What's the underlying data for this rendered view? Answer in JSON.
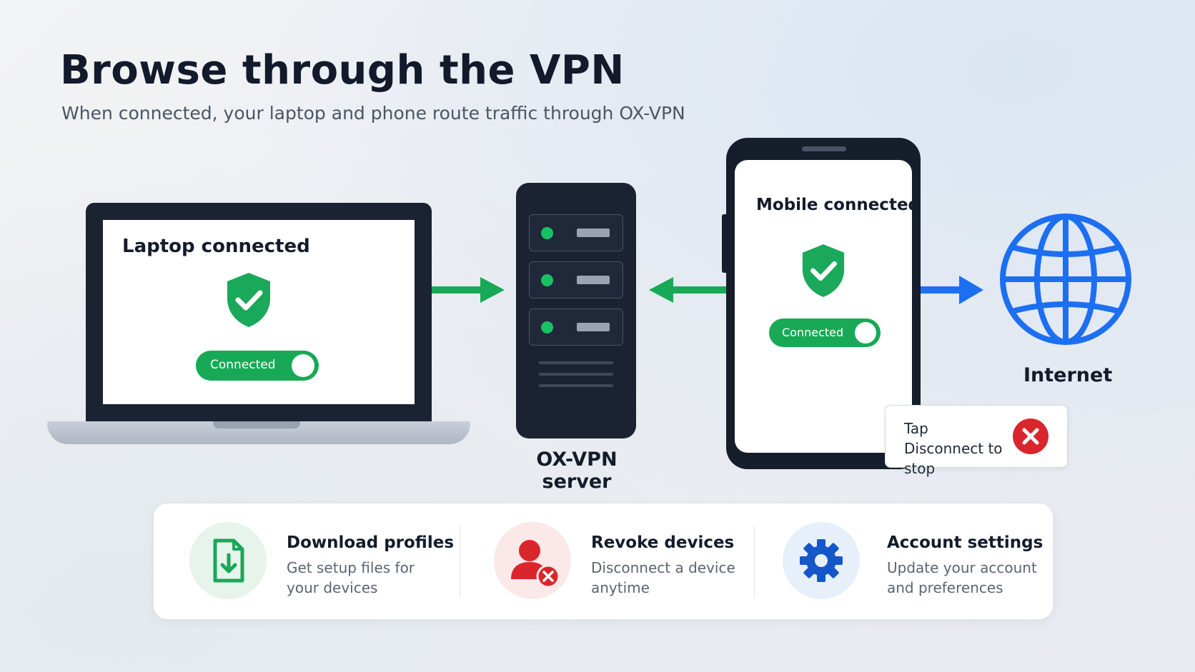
{
  "header": {
    "title": "Browse through the VPN",
    "subtitle": "When connected, your laptop and phone route traffic through OX-VPN"
  },
  "laptop": {
    "title": "Laptop connected",
    "status_toggle": "Connected",
    "icon": "shield-check-icon"
  },
  "server": {
    "label": "OX-VPN server",
    "icon": "server-rack-icon"
  },
  "phone": {
    "title": "Mobile connected",
    "status_toggle": "Connected",
    "icon": "shield-check-icon"
  },
  "internet": {
    "label": "Internet",
    "icon": "globe-icon"
  },
  "tooltip": {
    "text": "Tap Disconnect to stop",
    "icon": "close-circle-icon"
  },
  "features": [
    {
      "title": "Download profiles",
      "desc": "Get setup files for your devices",
      "icon": "file-download-icon"
    },
    {
      "title": "Revoke devices",
      "desc": "Disconnect a device anytime",
      "icon": "user-remove-icon"
    },
    {
      "title": "Account settings",
      "desc": "Update your account and preferences",
      "icon": "gear-icon"
    }
  ],
  "colors": {
    "green": "#18a957",
    "blue": "#1d6ff2",
    "red": "#d9262c",
    "dark": "#1b2332"
  }
}
